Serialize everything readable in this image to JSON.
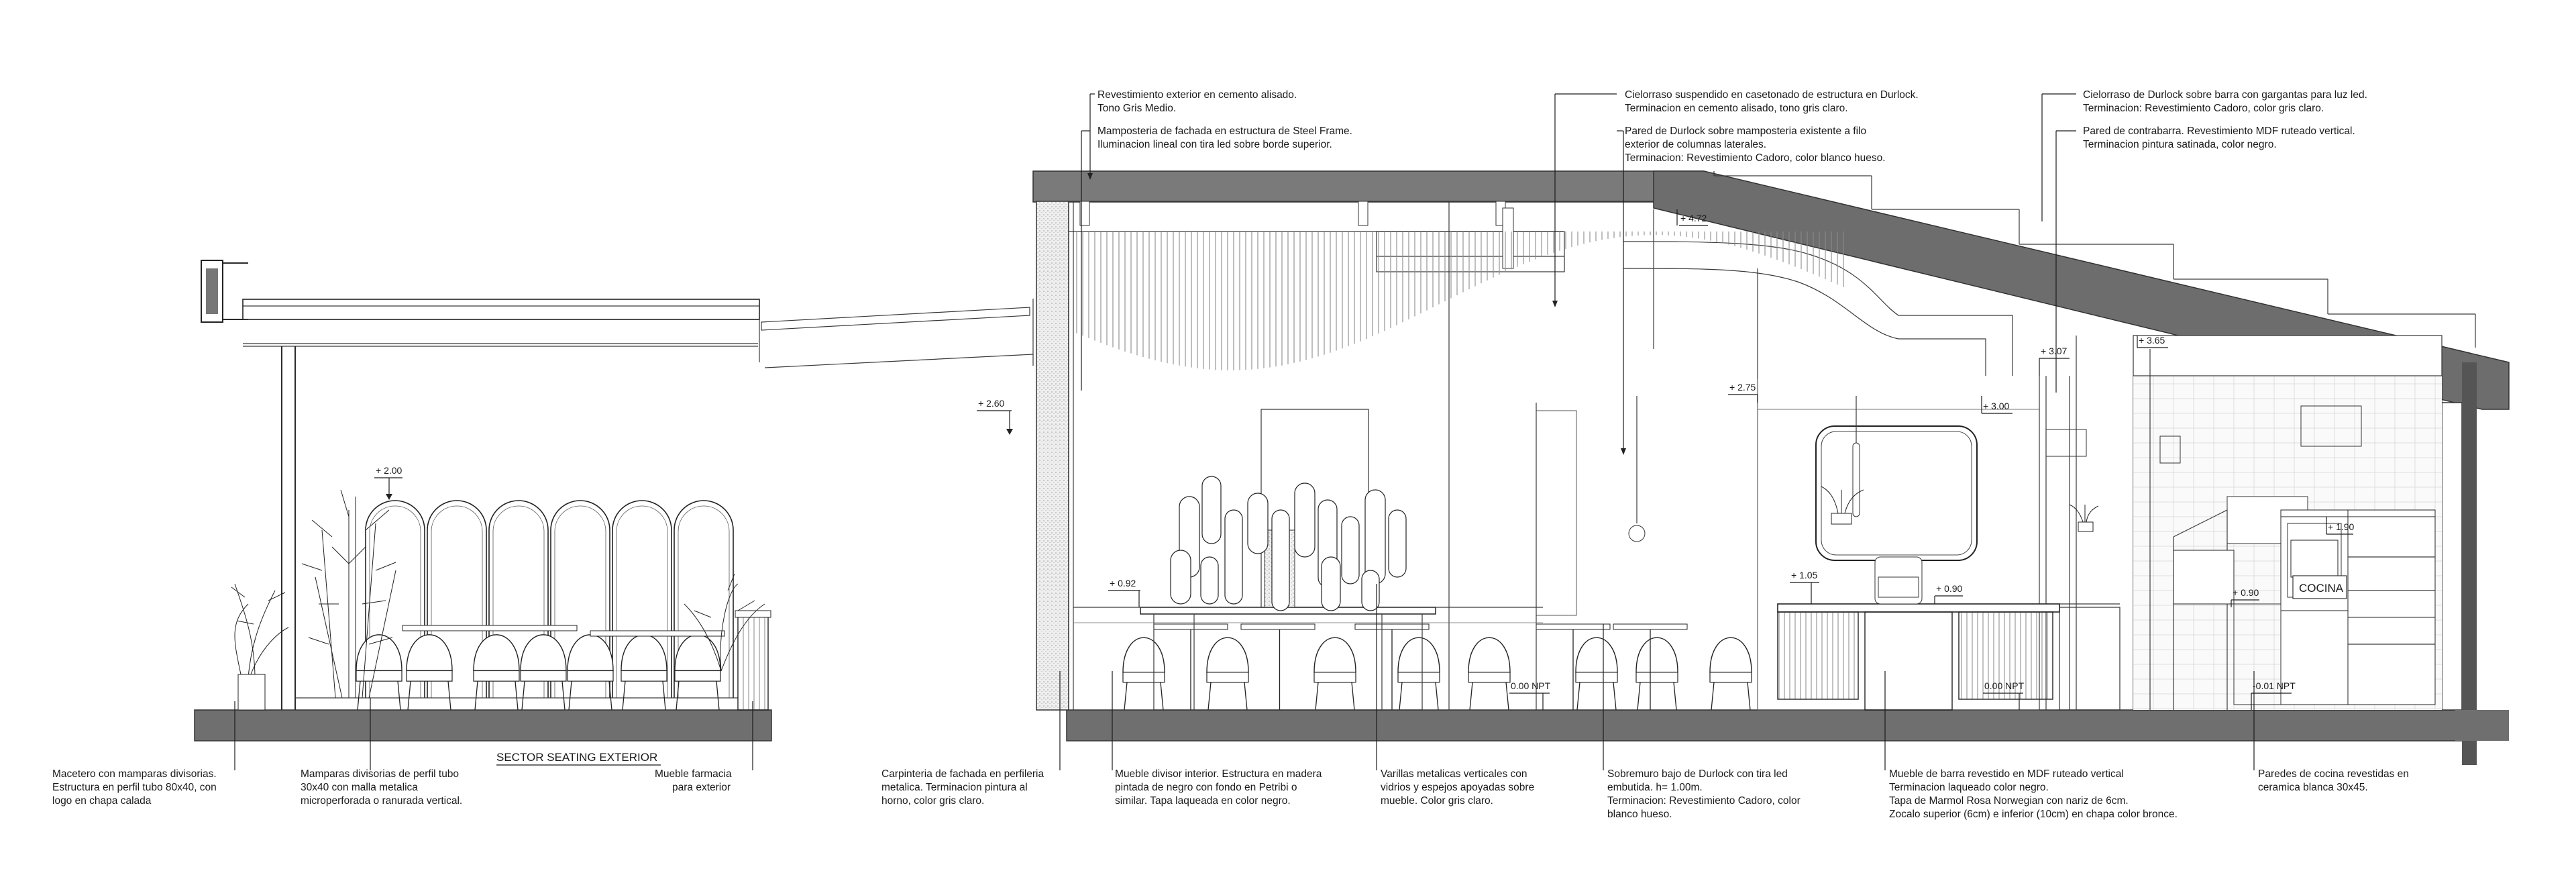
{
  "annotations_top": [
    {
      "id": "rev-ext",
      "lines": [
        "Revestimiento exterior en cemento alisado.",
        "Tono Gris Medio."
      ]
    },
    {
      "id": "mamp-fachada",
      "lines": [
        "Mamposteria de fachada en estructura de Steel Frame.",
        "Iluminacion lineal con tira led sobre borde superior."
      ]
    },
    {
      "id": "cielorraso-susp",
      "lines": [
        "Cielorraso suspendido en casetonado de estructura en Durlock.",
        "Terminacion en cemento alisado, tono gris claro."
      ]
    },
    {
      "id": "pared-durlock",
      "lines": [
        "Pared de Durlock sobre mamposteria existente a filo",
        "exterior de columnas laterales.",
        "Terminacion: Revestimiento Cadoro, color blanco hueso."
      ]
    },
    {
      "id": "cielorraso-barra",
      "lines": [
        "Cielorraso de Durlock sobre barra con gargantas para luz led.",
        "Terminacion: Revestimiento Cadoro, color gris claro."
      ]
    },
    {
      "id": "pared-contrabarra",
      "lines": [
        "Pared de contrabarra. Revestimiento MDF ruteado vertical.",
        "Terminacion pintura satinada, color negro."
      ]
    }
  ],
  "annotations_bottom": [
    {
      "id": "macetero",
      "lines": [
        "Macetero con mamparas divisorias.",
        "Estructura en perfil tubo 80x40, con",
        "logo en chapa calada"
      ]
    },
    {
      "id": "mamparas",
      "lines": [
        "Mamparas divisorias de perfil tubo",
        "30x40 con malla metalica",
        "microperforada o ranurada vertical."
      ]
    },
    {
      "id": "mueble-farmacia",
      "lines": [
        "Mueble farmacia",
        "para exterior"
      ]
    },
    {
      "id": "carpinteria",
      "lines": [
        "Carpinteria de fachada en perfileria",
        "metalica. Terminacion pintura al",
        "horno, color gris claro."
      ]
    },
    {
      "id": "mueble-divisor",
      "lines": [
        "Mueble divisor  interior. Estructura en madera",
        "pintada de negro con fondo en Petribi o",
        "similar. Tapa laqueada en color negro."
      ]
    },
    {
      "id": "varillas",
      "lines": [
        "Varillas metalicas verticales con",
        "vidrios y espejos apoyadas sobre",
        "mueble. Color gris claro."
      ]
    },
    {
      "id": "sobremuro",
      "lines": [
        "Sobremuro bajo de Durlock con tira led",
        "embutida. h= 1.00m.",
        "Terminacion: Revestimiento Cadoro, color",
        "blanco hueso."
      ]
    },
    {
      "id": "mueble-barra",
      "lines": [
        "Mueble de barra revestido en MDF ruteado vertical",
        "Terminacion laqueado color negro.",
        "Tapa de Marmol Rosa Norwegian con nariz de 6cm.",
        "Zocalo superior (6cm) e inferior (10cm) en chapa color bronce."
      ]
    },
    {
      "id": "paredes-cocina",
      "lines": [
        "Paredes de cocina revestidas en",
        "ceramica blanca 30x45."
      ]
    }
  ],
  "levels": {
    "l200": "+ 2.00",
    "l260": "+ 2.60",
    "l092": "+ 0.92",
    "l000a": "0.00 NPT",
    "l472": "+ 4.72",
    "l275": "+ 2.75",
    "l307": "+ 3.07",
    "l300": "+ 3.00",
    "l365": "+ 3.65",
    "l105": "+ 1.05",
    "l090a": "+ 0.90",
    "l000b": "0.00 NPT",
    "l190": "+ 1.90",
    "l090b": "+ 0.90",
    "l001": "-0.01 NPT"
  },
  "captions": {
    "sector": "SECTOR SEATING EXTERIOR",
    "cocina": "COCINA"
  }
}
